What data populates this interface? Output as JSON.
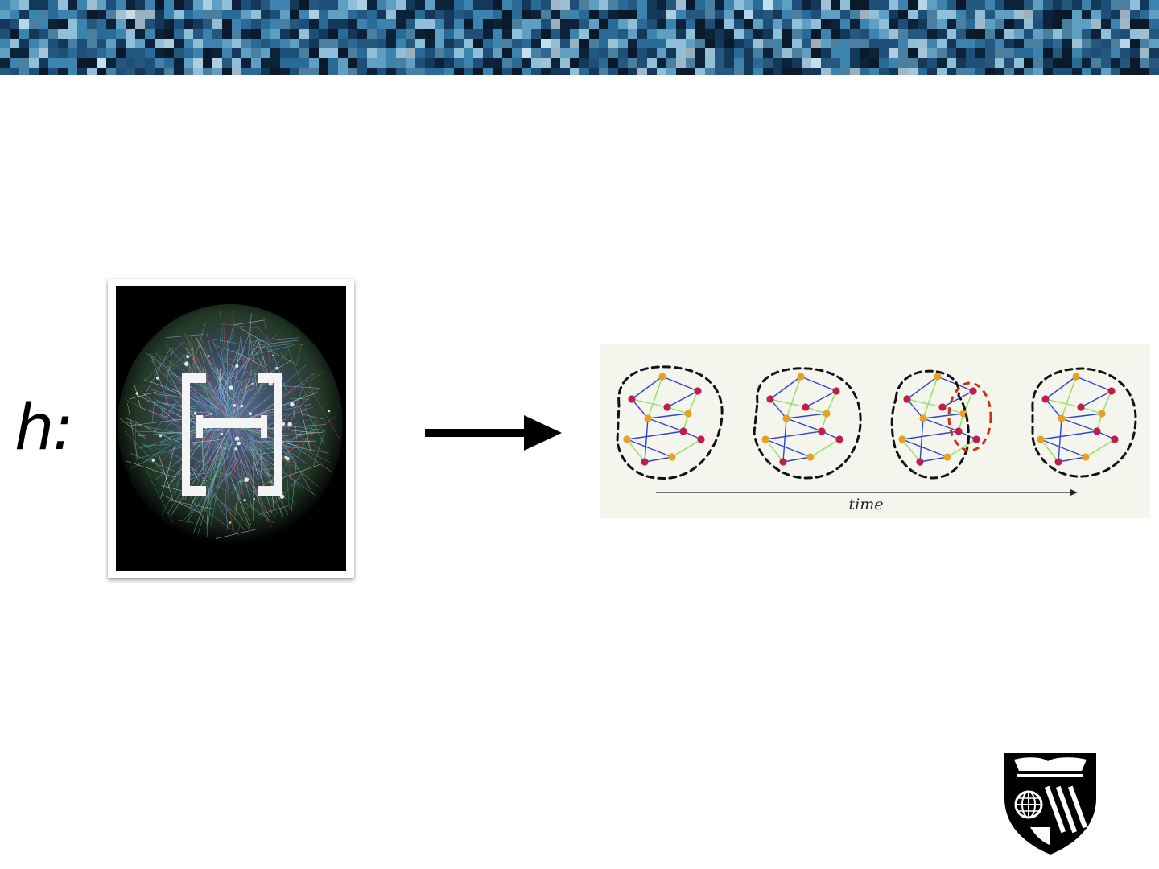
{
  "slide": {
    "function_label": "h:",
    "time_axis_label": "time"
  },
  "icons": {
    "arrow": "right-arrow-icon",
    "logo": "university-shield-logo"
  },
  "colors": {
    "node_red": "#c01d4f",
    "node_orange": "#e8a020",
    "edge_blue": "#3242d2",
    "edge_green": "#8ee060",
    "community_border": "#111111",
    "split_border": "#d03010",
    "panel_background": "#f4f6ee"
  }
}
